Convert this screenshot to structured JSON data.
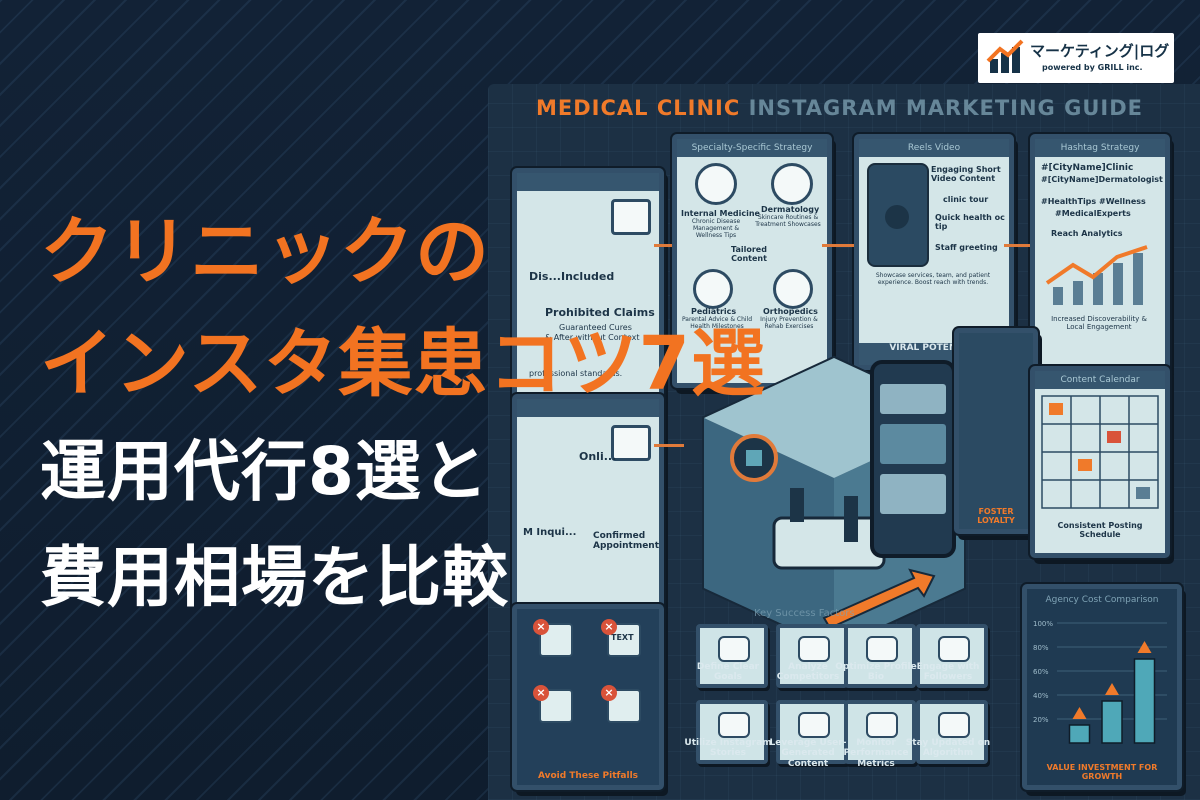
{
  "headline": {
    "line1": "クリニックの",
    "line2": "インスタ集患コツ7選",
    "line3": "運用代行8選と",
    "line4": "費用相場を比較"
  },
  "logo": {
    "name": "マーケティング|ログ",
    "tagline": "powered by GRILL inc."
  },
  "infographic": {
    "title_a": "MEDICAL CLINIC",
    "title_b": "INSTAGRAM MARKETING GUIDE",
    "compliance": {
      "items": [
        "Dis...Included",
        "Prohibited Claims",
        "Guaranteed Cures",
        "& After without Context",
        "professional standards."
      ]
    },
    "specialty": {
      "header": "Specialty-Specific Strategy",
      "internal_title": "Internal Medicine",
      "internal_sub": "Chronic Disease Management & Wellness Tips",
      "derm_title": "Dermatology",
      "derm_sub": "Skincare Routines & Treatment Showcases",
      "center": "Tailored Content",
      "ped_title": "Pediatrics",
      "ped_sub": "Parental Advice & Child Health Milestones",
      "ortho_title": "Orthopedics",
      "ortho_sub": "Injury Prevention & Rehab Exercises"
    },
    "reels": {
      "header": "Reels Video",
      "title": "Engaging Short Video Content",
      "item1": "clinic tour",
      "item2": "Quick health oc tip",
      "item3": "Staff greeting",
      "body": "Showcase services, team, and patient experience. Boost reach with trends.",
      "footer": "VIRAL POTENTIAL"
    },
    "hashtags": {
      "header": "Hashtag Strategy",
      "tag1": "#[CityName]Clinic",
      "tag2": "#[CityName]Dermatologist",
      "tag3": "#HealthTips",
      "tag4": "#Wellness",
      "tag5": "#MedicalExperts",
      "analytics": "Reach Analytics",
      "result": "Increased Discoverability & Local Engagement"
    },
    "booking": {
      "item1": "Onli...",
      "item2": "M Inqui...",
      "item3": "Confirmed Appointment"
    },
    "loyalty": "FOSTER LOYALTY",
    "calendar": {
      "header": "Content Calendar",
      "label": "Consistent Posting Schedule"
    },
    "strategies": {
      "header": "Key Success Factors",
      "tiles": [
        "Define Clear Goals",
        "Analyze Competitors",
        "Optimize Profile Bio",
        "Engage with Followers",
        "Utilize Instagram Stories",
        "Leverage User-Generated Content",
        "Monitor Performance Metrics",
        "Stay Updated on Algorithm"
      ]
    },
    "pitfalls": {
      "footer": "Avoid These Pitfalls",
      "text_label": "TEXT"
    },
    "cost": {
      "header": "Agency Cost Comparison",
      "footer": "VALUE INVESTMENT FOR GROWTH",
      "ticks": [
        "100%",
        "80%",
        "60%",
        "40%",
        "20%"
      ],
      "values": [
        15,
        35,
        70
      ]
    }
  }
}
